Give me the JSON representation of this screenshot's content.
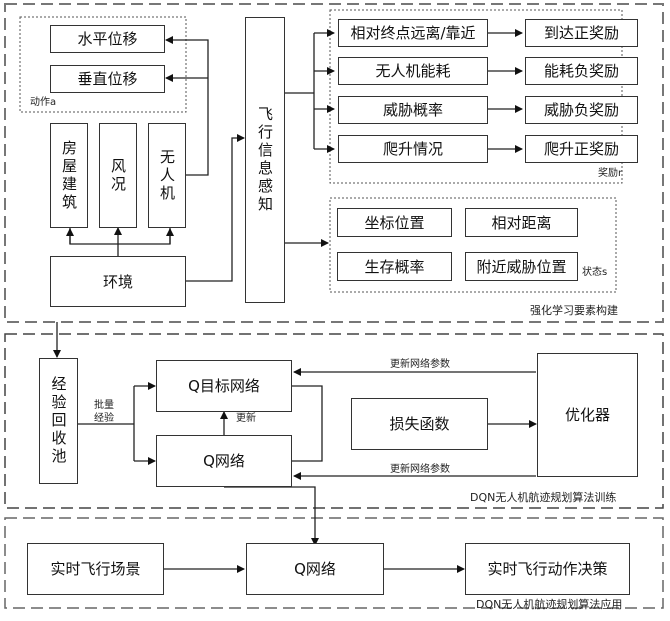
{
  "sections": {
    "rl_construct": {
      "label": "强化学习要素构建",
      "action_group": {
        "label": "动作a",
        "items": [
          "水平位移",
          "垂直位移"
        ]
      },
      "environment": {
        "label": "环境",
        "children": [
          "房屋建筑",
          "风况",
          "无人机"
        ]
      },
      "perception": "飞行信息感知",
      "reward_group": {
        "label": "奖励r",
        "rows": [
          {
            "factor": "相对终点远离/靠近",
            "reward": "到达正奖励"
          },
          {
            "factor": "无人机能耗",
            "reward": "能耗负奖励"
          },
          {
            "factor": "威胁概率",
            "reward": "威胁负奖励"
          },
          {
            "factor": "爬升情况",
            "reward": "爬升正奖励"
          }
        ]
      },
      "state_group": {
        "label": "状态s",
        "items": [
          "坐标位置",
          "相对距离",
          "生存概率",
          "附近威胁位置"
        ]
      }
    },
    "training": {
      "label": "DQN无人机航迹规划算法训练",
      "replay_pool": "经验回收池",
      "batch_label": "批量\n经验",
      "target_net": "Q目标网络",
      "q_net": "Q网络",
      "update_label": "更新",
      "loss": "损失函数",
      "optimizer": "优化器",
      "param_update_top": "更新网络参数",
      "param_update_bottom": "更新网络参数"
    },
    "application": {
      "label": "DQN无人机航迹规划算法应用",
      "scene": "实时飞行场景",
      "q_net": "Q网络",
      "decision": "实时飞行动作决策"
    }
  }
}
